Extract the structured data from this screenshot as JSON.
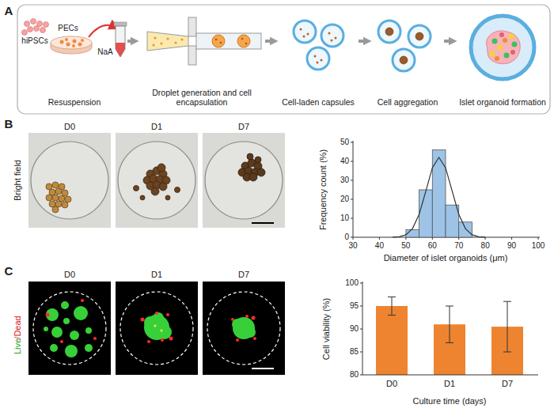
{
  "diagram": {
    "nodes": [
      {
        "text": [
          "Resuspension"
        ]
      },
      {
        "text": [
          "Droplet generation and cell encapsulation"
        ]
      },
      {
        "text": [
          "Cell-laden capsules"
        ]
      },
      {
        "text": [
          "Cell aggregation"
        ]
      },
      {
        "text": [
          "Islet organoid formation"
        ]
      }
    ],
    "edges": [
      {
        "from": 0,
        "to": 1,
        "arrow": "to"
      },
      {
        "from": 1,
        "to": 2,
        "arrow": "to"
      },
      {
        "from": 2,
        "to": 3,
        "arrow": "to"
      },
      {
        "from": 3,
        "to": 4,
        "arrow": "to"
      }
    ],
    "labels": [
      "A",
      "hiPSCs",
      "PECs",
      "NaA",
      "B",
      "D0",
      "D1",
      "D7",
      "Bright field",
      "Frequency count (%)",
      "0",
      "10",
      "20",
      "30",
      "40",
      "50",
      "30",
      "40",
      "50",
      "60",
      "70",
      "80",
      "90",
      "100",
      "Diameter of islet organoids (μm)",
      "C",
      "D0",
      "D1",
      "D7",
      "Live",
      "/Dead",
      "Cell viability (%)",
      "80",
      "85",
      "90",
      "95",
      "100",
      "D0",
      "D1",
      "D7",
      "Culture time (days)"
    ]
  }
}
